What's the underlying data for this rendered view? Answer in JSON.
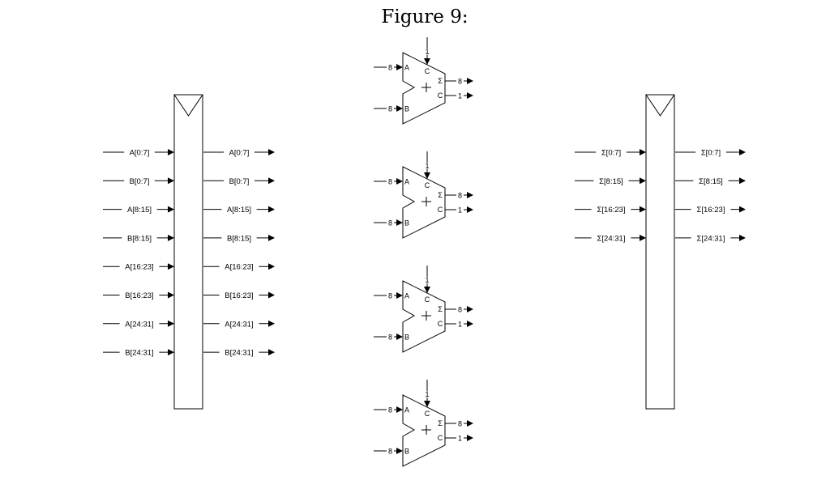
{
  "title": "Figure 9:",
  "left_register": {
    "inputs": [
      "A[0:7]",
      "B[0:7]",
      "A[8:15]",
      "B[8:15]",
      "A[16:23]",
      "B[16:23]",
      "A[24:31]",
      "B[24:31]"
    ],
    "outputs": [
      "A[0:7]",
      "B[0:7]",
      "A[8:15]",
      "B[8:15]",
      "A[16:23]",
      "B[16:23]",
      "A[24:31]",
      "B[24:31]"
    ]
  },
  "right_register": {
    "inputs": [
      "Σ[0:7]",
      "Σ[8:15]",
      "Σ[16:23]",
      "Σ[24:31]"
    ],
    "outputs": [
      "Σ[0:7]",
      "Σ[8:15]",
      "Σ[16:23]",
      "Σ[24:31]"
    ]
  },
  "adder": {
    "count": 4,
    "in_a_width": "8",
    "in_b_width": "8",
    "carry_in_width": "1",
    "sum_out_width": "8",
    "carry_out_width": "1",
    "port_a": "A",
    "port_b": "B",
    "port_cin": "C",
    "port_sum": "Σ",
    "port_cout": "C",
    "op": "+"
  }
}
